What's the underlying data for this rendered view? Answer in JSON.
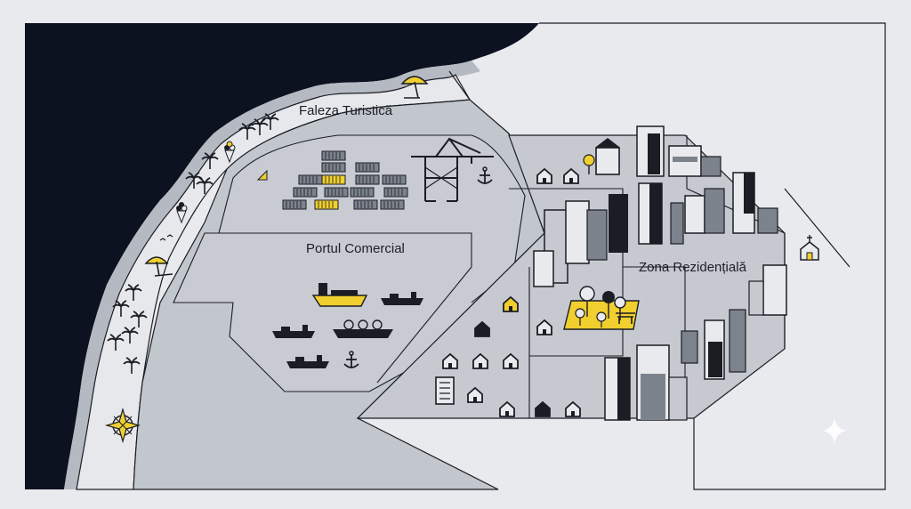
{
  "map": {
    "labels": {
      "faleza": "Faleza Turistică",
      "port": "Portul Comercial",
      "residential": "Zona Rezidențială"
    },
    "colors": {
      "sea": "#0c1220",
      "land": "#e8eaed",
      "beach": "#e6e8eb",
      "shore": "#b5bac2",
      "port_area": "#c2c7ce",
      "residential_area": "#c6cad0",
      "accent": "#f0cf2e",
      "ink": "#1a1d24"
    },
    "icons": [
      "compass-rose-icon",
      "palm-tree-icon",
      "ice-cream-icon",
      "beach-umbrella-icon",
      "container-crane-icon",
      "anchor-icon",
      "ship-icon",
      "house-icon",
      "tower-building-icon",
      "tree-icon",
      "bench-icon",
      "church-icon",
      "sparkle-icon"
    ]
  }
}
